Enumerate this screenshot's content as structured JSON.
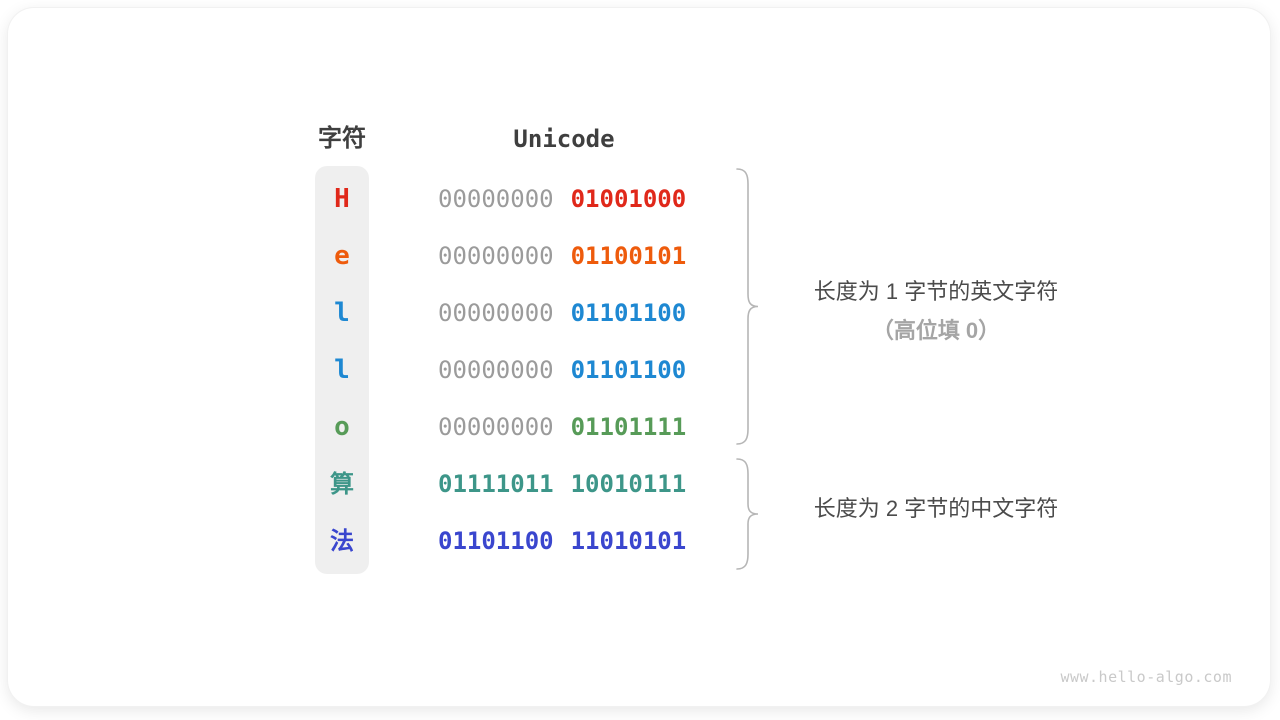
{
  "title_row": {
    "char_header": "字符",
    "unicode_header": "Unicode"
  },
  "rows": [
    {
      "char": "H",
      "high_byte": "00000000",
      "low_byte": "01001000",
      "byte_color": "#e0281a",
      "high_byte_is_padding": true
    },
    {
      "char": "e",
      "high_byte": "00000000",
      "low_byte": "01100101",
      "byte_color": "#ee5b0c",
      "high_byte_is_padding": true
    },
    {
      "char": "l",
      "high_byte": "00000000",
      "low_byte": "01101100",
      "byte_color": "#1e88d2",
      "high_byte_is_padding": true
    },
    {
      "char": "l",
      "high_byte": "00000000",
      "low_byte": "01101100",
      "byte_color": "#1e88d2",
      "high_byte_is_padding": true
    },
    {
      "char": "o",
      "high_byte": "00000000",
      "low_byte": "01101111",
      "byte_color": "#579b58",
      "high_byte_is_padding": true
    },
    {
      "char": "算",
      "high_byte": "01111011",
      "low_byte": "10010111",
      "byte_color": "#3d9689",
      "high_byte_is_padding": false
    },
    {
      "char": "法",
      "high_byte": "01101100",
      "low_byte": "11010101",
      "byte_color": "#3a46ce",
      "high_byte_is_padding": false
    }
  ],
  "annotations": {
    "one_byte_line1": "长度为 1 字节的英文字符",
    "one_byte_line2": "（高位填 0）",
    "two_byte": "长度为 2 字节的中文字符"
  },
  "watermark": "www.hello-algo.com",
  "colors": {
    "red": "#e0281a",
    "orange": "#ee5b0c",
    "blue": "#1e88d2",
    "green": "#579b58",
    "teal": "#3d9689",
    "indigo": "#3a46ce",
    "gray-binary": "#9b9b9b",
    "text-dark": "#3f3f3f",
    "ann-dark": "#4b4b4b",
    "ann-light": "#a5a5a5",
    "brace": "#b6b6b6",
    "col-bg": "#efefef",
    "watermark": "#c9c9c9"
  }
}
